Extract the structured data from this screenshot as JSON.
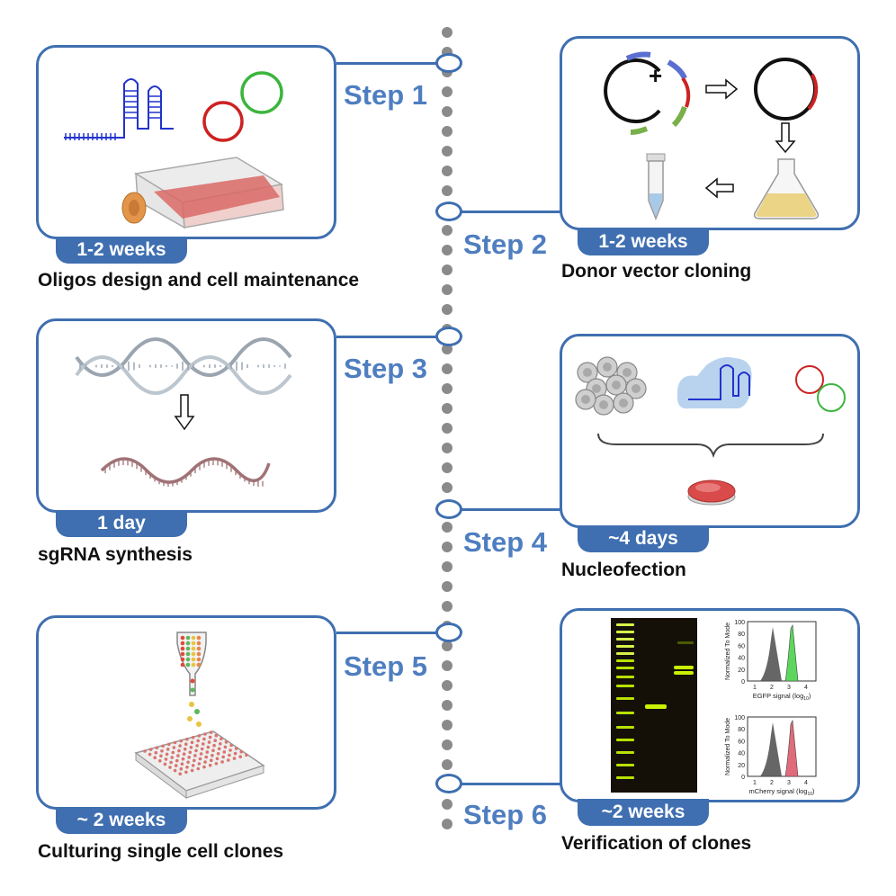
{
  "steps": [
    {
      "label": "Step 1",
      "duration": "1-2 weeks",
      "caption": "Oligos design and cell maintenance"
    },
    {
      "label": "Step 2",
      "duration": "1-2 weeks",
      "caption": "Donor vector cloning"
    },
    {
      "label": "Step 3",
      "duration": "1 day",
      "caption": "sgRNA synthesis"
    },
    {
      "label": "Step 4",
      "duration": "~4 days",
      "caption": "Nucleofection"
    },
    {
      "label": "Step 5",
      "duration": "~ 2 weeks",
      "caption": "Culturing single cell clones"
    },
    {
      "label": "Step 6",
      "duration": "~2 weeks",
      "caption": "Verification of clones"
    }
  ],
  "facs": {
    "top": {
      "xlabel": "EGFP signal (log",
      "xsub": "10",
      "xclose": ")",
      "ylabel": "Normalized To Mode",
      "yticks": [
        "100",
        "80",
        "60",
        "40",
        "20",
        "0"
      ],
      "xticks": [
        "1",
        "2",
        "3",
        "4"
      ],
      "color": "#5cd65c"
    },
    "bottom": {
      "xlabel": "mCherry signal (log",
      "xsub": "10",
      "xclose": ")",
      "ylabel": "Normalized To Mode",
      "yticks": [
        "100",
        "80",
        "60",
        "40",
        "20",
        "0"
      ],
      "xticks": [
        "1",
        "2",
        "3",
        "4"
      ],
      "color": "#e06b7a"
    }
  },
  "plus_sign": "+"
}
